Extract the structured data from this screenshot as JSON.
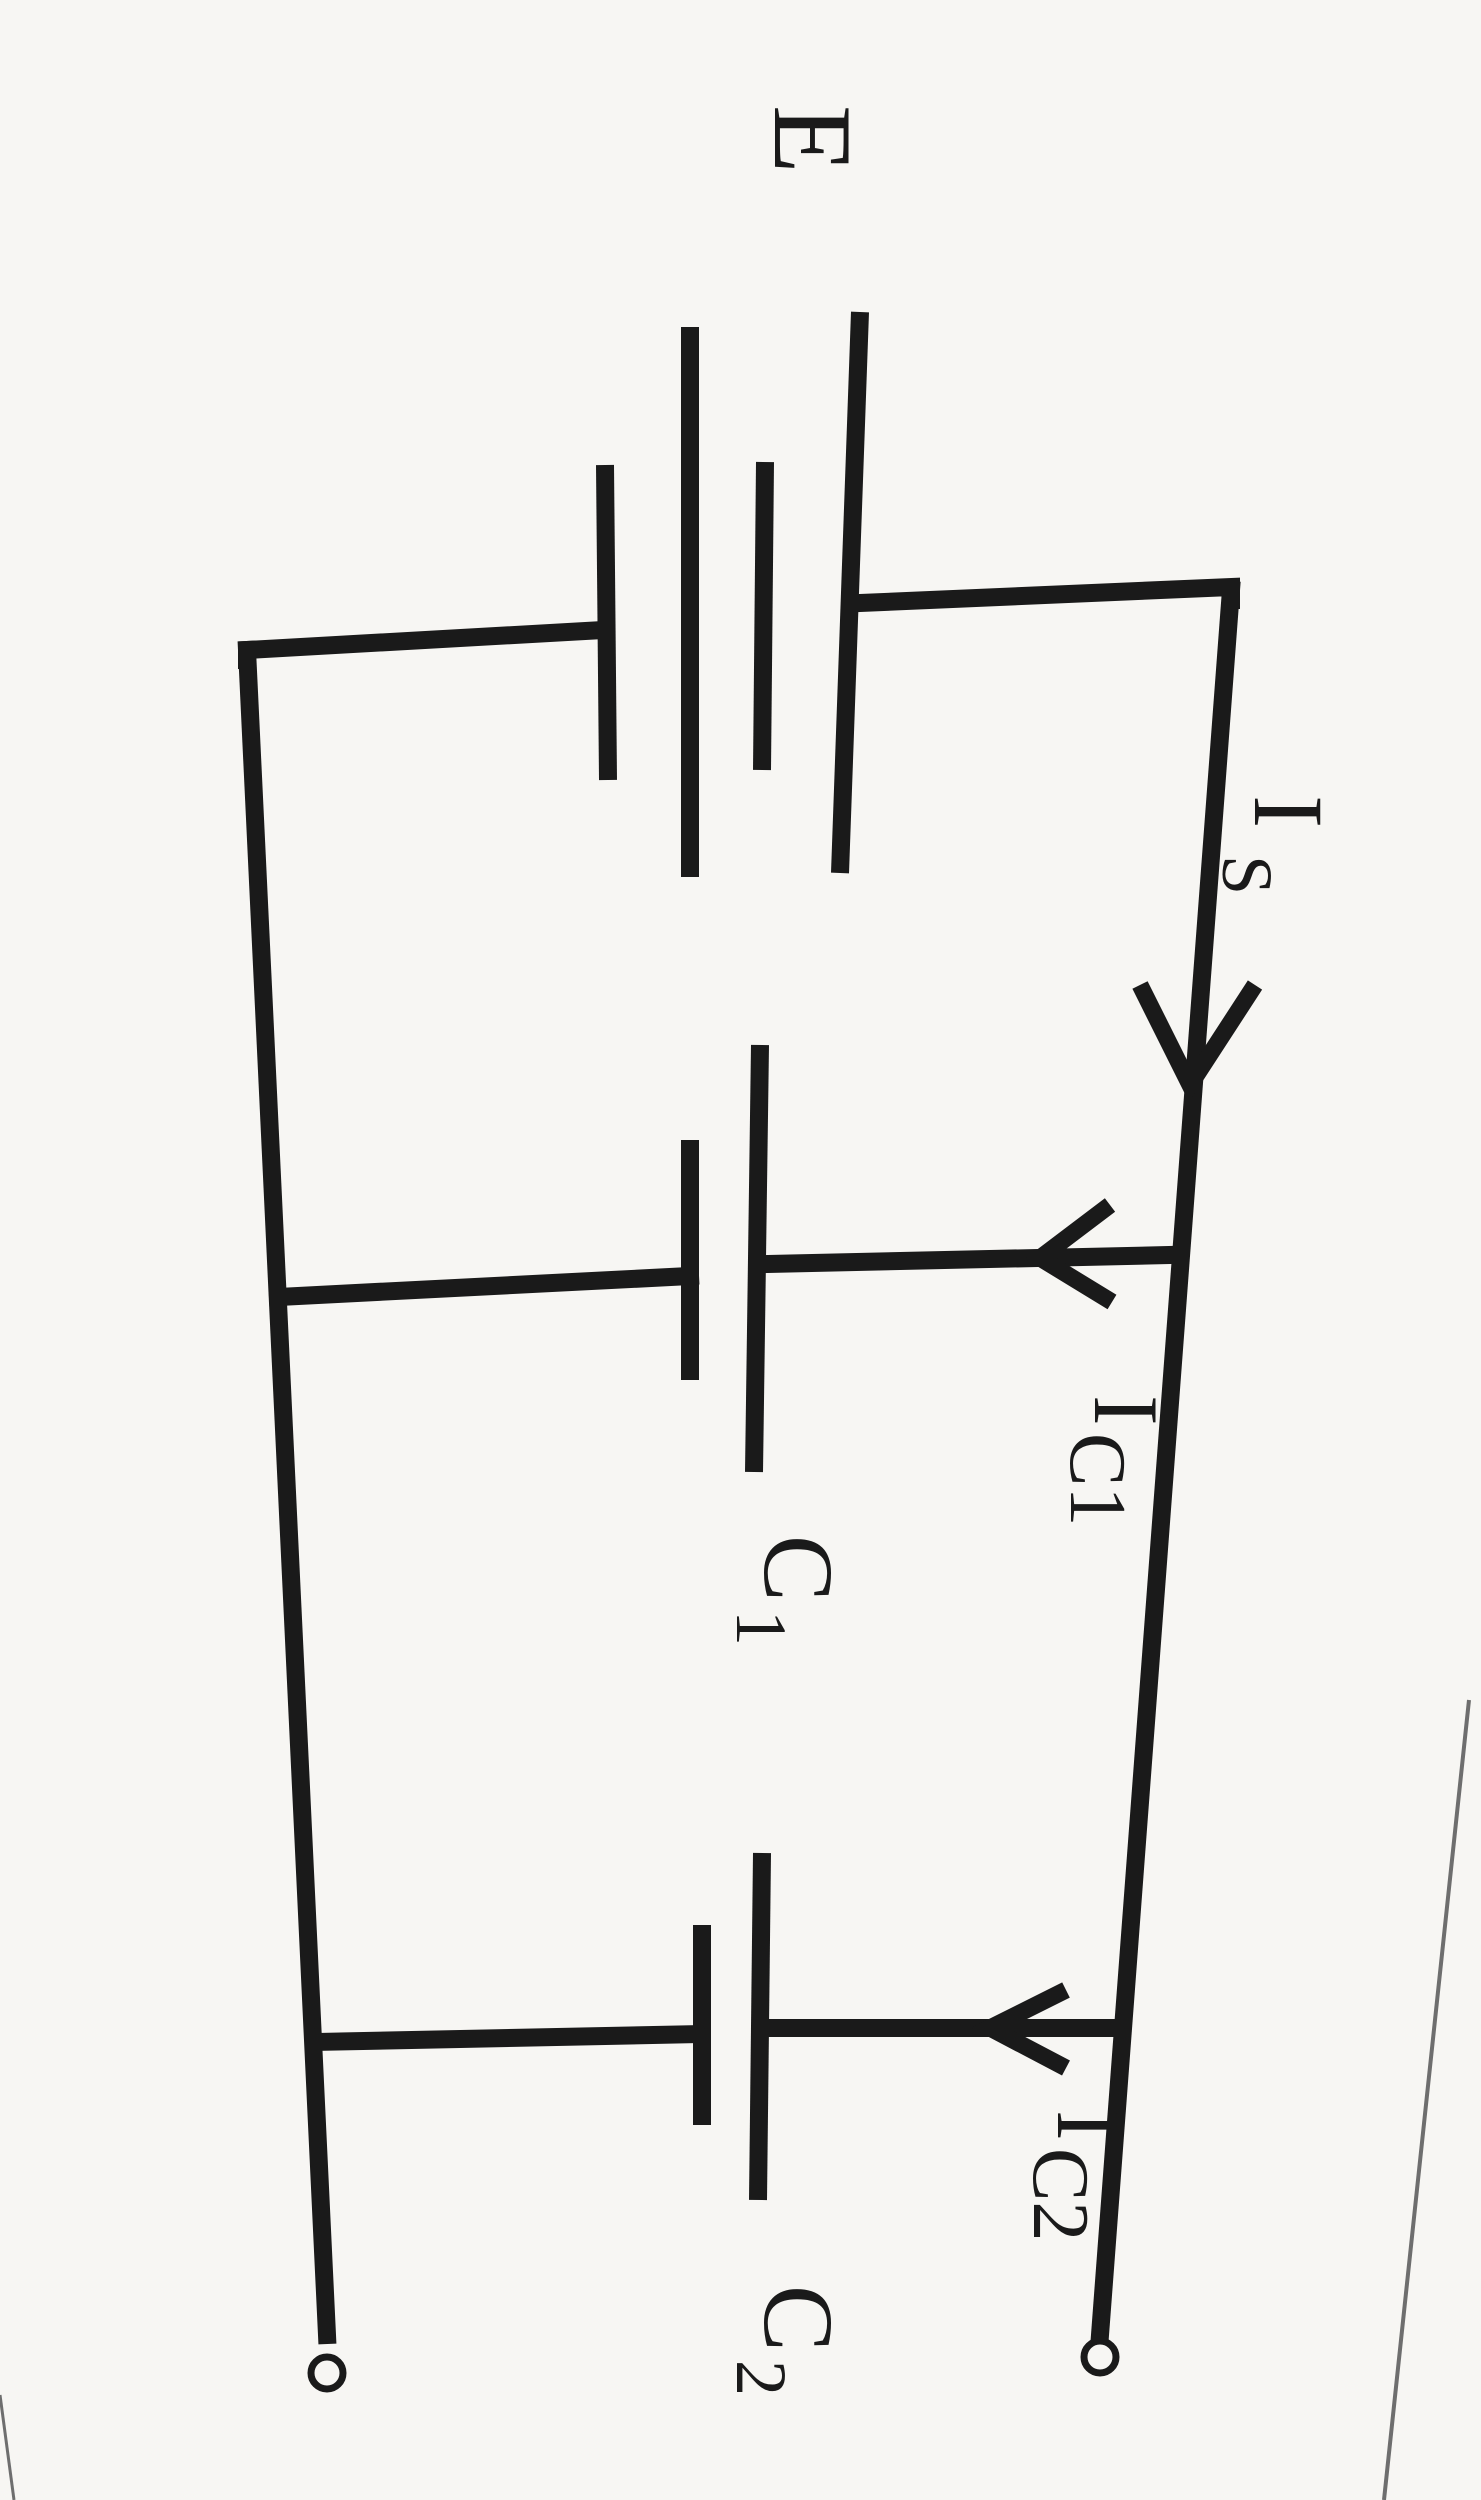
{
  "diagram": {
    "labels": {
      "source": "E",
      "source_current": "I",
      "source_current_sub": "S",
      "c1_current": "I",
      "c1_current_sub": "C1",
      "c1_label": "C",
      "c1_label_sub": "1",
      "c2_current": "I",
      "c2_current_sub": "C2",
      "c2_label": "C",
      "c2_label_sub": "2"
    },
    "colors": {
      "ink": "#1a1a1a",
      "paper": "#f7f6f3",
      "page_edge": "#6e6e6e"
    }
  }
}
